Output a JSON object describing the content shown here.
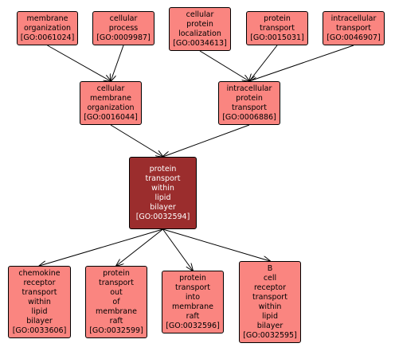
{
  "colors": {
    "node_fill": "#fa8580",
    "focus_fill": "#9b2d2d",
    "border": "#000000",
    "edge": "#000000"
  },
  "nodes": [
    {
      "key": "n1",
      "label": "membrane\norganization",
      "id": "[GO:0061024]"
    },
    {
      "key": "n2",
      "label": "cellular\nprocess",
      "id": "[GO:0009987]"
    },
    {
      "key": "n3",
      "label": "cellular\nprotein\nlocalization",
      "id": "[GO:0034613]"
    },
    {
      "key": "n4",
      "label": "protein\ntransport",
      "id": "[GO:0015031]"
    },
    {
      "key": "n5",
      "label": "intracellular\ntransport",
      "id": "[GO:0046907]"
    },
    {
      "key": "n6",
      "label": "cellular\nmembrane\norganization",
      "id": "[GO:0016044]"
    },
    {
      "key": "n7",
      "label": "intracellular\nprotein\ntransport",
      "id": "[GO:0006886]"
    },
    {
      "key": "n8",
      "label": "protein\ntransport\nwithin\nlipid\nbilayer",
      "id": "[GO:0032594]"
    },
    {
      "key": "n9",
      "label": "chemokine\nreceptor\ntransport\nwithin\nlipid\nbilayer",
      "id": "[GO:0033606]"
    },
    {
      "key": "n10",
      "label": "protein\ntransport\nout\nof\nmembrane\nraft",
      "id": "[GO:0032599]"
    },
    {
      "key": "n11",
      "label": "protein\ntransport\ninto\nmembrane\nraft",
      "id": "[GO:0032596]"
    },
    {
      "key": "n12",
      "label": "B\ncell\nreceptor\ntransport\nwithin\nlipid\nbilayer",
      "id": "[GO:0032595]"
    }
  ],
  "edges": [
    {
      "from": "n1",
      "to": "n6"
    },
    {
      "from": "n2",
      "to": "n6"
    },
    {
      "from": "n3",
      "to": "n7"
    },
    {
      "from": "n4",
      "to": "n7"
    },
    {
      "from": "n5",
      "to": "n7"
    },
    {
      "from": "n6",
      "to": "n8"
    },
    {
      "from": "n7",
      "to": "n8"
    },
    {
      "from": "n8",
      "to": "n9"
    },
    {
      "from": "n8",
      "to": "n10"
    },
    {
      "from": "n8",
      "to": "n11"
    },
    {
      "from": "n8",
      "to": "n12"
    }
  ]
}
